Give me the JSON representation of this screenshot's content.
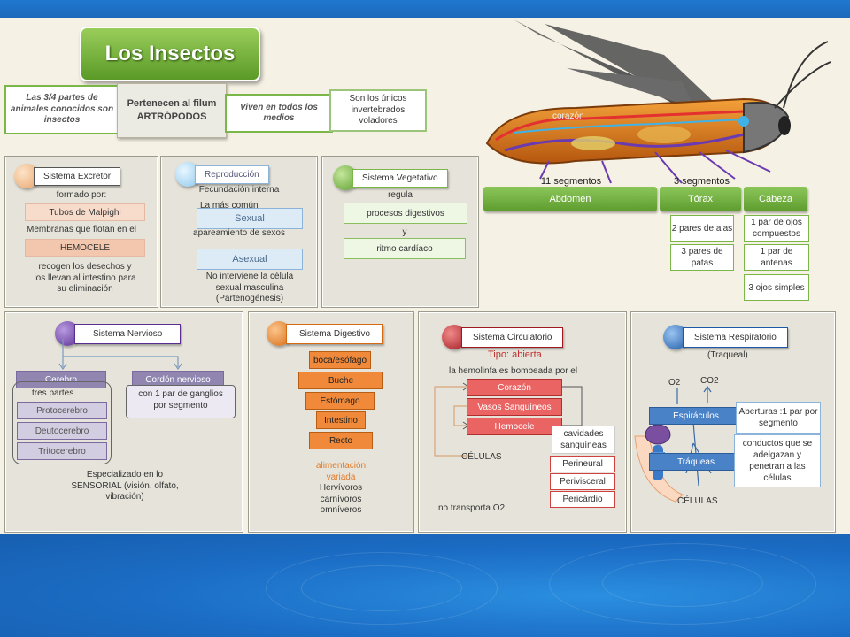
{
  "title": "Los Insectos",
  "facts": {
    "three_quarters": "Las 3/4 partes de animales conocidos son insectos",
    "phylum": "Pertenecen al filum ARTRÓPODOS",
    "habitat": "Viven en todos los medios",
    "flying": "Son los únicos invertebrados voladores"
  },
  "anatomy": {
    "heart_label": "corazón",
    "abdomen_segments": "11 segmentos",
    "thorax_segments": "3 segmentos",
    "abdomen": "Abdomen",
    "thorax": "Tórax",
    "head": "Cabeza",
    "thorax_items": [
      "2 pares de alas",
      "3 pares de patas"
    ],
    "head_items": [
      "1 par de ojos compuestos",
      "1 par de antenas",
      "3 ojos simples"
    ]
  },
  "excretor": {
    "title": "Sistema Excretor",
    "formed_by": "formado por:",
    "tubes": "Tubos de Malpighi",
    "membranes": "Membranas que flotan en el",
    "hemocele": "HEMOCELE",
    "function": "recogen los desechos y los llevan al intestino para su eliminación"
  },
  "reproduccion": {
    "title": "Reproducción",
    "internal": "Fecundación interna",
    "most_common": "La más común",
    "sexual": "Sexual",
    "mating": "apareamiento de sexos",
    "asexual": "Asexual",
    "parthenogenesis": "No interviene la célula sexual masculina (Partenogénesis)"
  },
  "vegetativo": {
    "title": "Sistema Vegetativo",
    "regula": "regula",
    "digestive": "procesos digestivos",
    "y": "y",
    "cardiac": "ritmo cardíaco"
  },
  "nervioso": {
    "title": "Sistema Nervioso",
    "cerebro": "Cerebro",
    "three_parts": "tres partes",
    "parts": [
      "Protocerebro",
      "Deutocerebro",
      "Tritocerebro"
    ],
    "cordon": "Cordón nervioso",
    "ganglios": "con 1 par de ganglios por segmento",
    "specialized": "Especializado en lo SENSORIAL (visión, olfato, vibración)"
  },
  "digestivo": {
    "title": "Sistema Digestivo",
    "steps": [
      "boca/esófago",
      "Buche",
      "Estómago",
      "Intestino",
      "Recto"
    ],
    "feeding": "alimentación variada",
    "diets": "Hervívoros carnívoros omníveros"
  },
  "circulatorio": {
    "title": "Sistema Circulatorio",
    "type": "Tipo: abierta",
    "pumped": "la hemolinfa es bombeada por el",
    "parts": [
      "Corazón",
      "Vasos Sanguíneos",
      "Hemocele"
    ],
    "cells": "CÉLULAS",
    "cavities": "cavidades sanguíneas",
    "cavity_items": [
      "Perineural",
      "Perivisceral",
      "Pericárdio"
    ],
    "no_o2": "no transporta O2"
  },
  "respiratorio": {
    "title": "Sistema Respiratorio",
    "subtitle": "(Traqueal)",
    "o2": "O2",
    "co2": "CO2",
    "espiraculos": "Espiráculos",
    "aberturas": "Aberturas :1 par por segmento",
    "traqueas": "Tráqueas",
    "conductos": "conductos que se adelgazan y penetran a las células",
    "cells": "CÉLULAS"
  },
  "colors": {
    "excretor": "#f4c9a0",
    "reproduccion": "#bfe3f7",
    "vegetativo": "#7ab648",
    "nervioso": "#7a4fb0",
    "digestivo": "#f08a3a",
    "circulatorio": "#c0303a",
    "respiratorio": "#3a78c8"
  }
}
